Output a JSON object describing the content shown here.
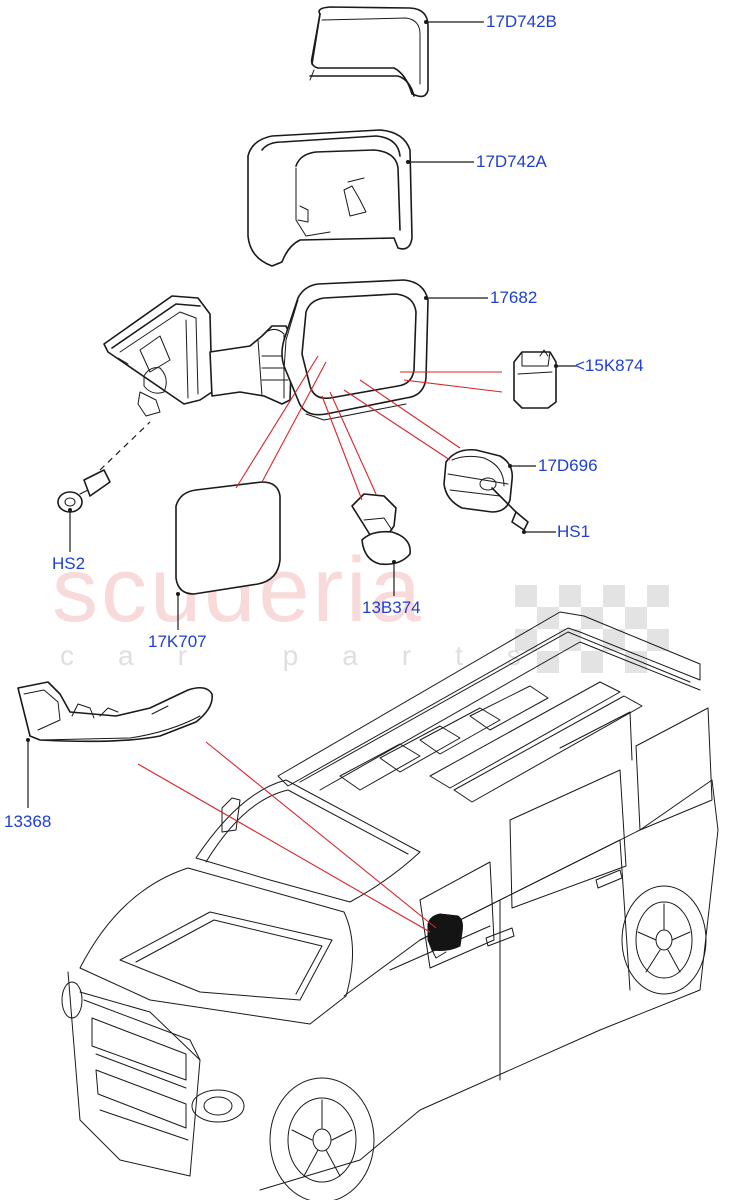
{
  "colors": {
    "label": "#1f3fd0",
    "callout_line": "#d8262b",
    "outline": "#1a1a1a",
    "watermark": "#e24a4f"
  },
  "watermark": {
    "main": "scuderia",
    "sub": "car parts"
  },
  "labels": {
    "l17D742B": "17D742B",
    "l17D742A": "17D742A",
    "l17682": "17682",
    "l15K874": "<15K874",
    "l17D696": "17D696",
    "lHS1": "HS1",
    "lHS2": "HS2",
    "l13B374": "13B374",
    "l17K707": "17K707",
    "l13368": "13368"
  }
}
